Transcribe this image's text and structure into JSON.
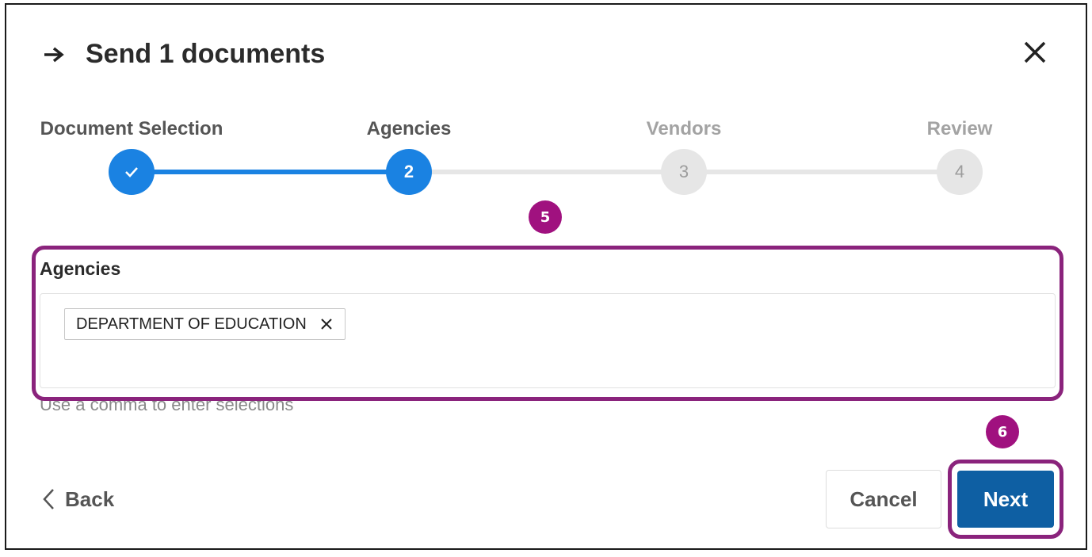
{
  "dialog": {
    "title": "Send 1 documents",
    "title_icon": "arrow-right-icon",
    "close_icon": "close-icon"
  },
  "stepper": {
    "steps": [
      {
        "label": "Document Selection",
        "marker": "",
        "state": "done",
        "icon": "check-icon"
      },
      {
        "label": "Agencies",
        "marker": "2",
        "state": "current"
      },
      {
        "label": "Vendors",
        "marker": "3",
        "state": "todo"
      },
      {
        "label": "Review",
        "marker": "4",
        "state": "todo"
      }
    ],
    "accent_color": "#1a82e2",
    "inactive_color": "#e6e6e6"
  },
  "annotations": {
    "marker_5": "5",
    "marker_6": "6",
    "color": "#a0117f"
  },
  "agencies": {
    "label": "Agencies",
    "chips": [
      {
        "text": "DEPARTMENT OF EDUCATION",
        "remove_icon": "close-icon"
      }
    ],
    "helper": "Use a comma to enter selections"
  },
  "footer": {
    "back_label": "Back",
    "back_icon": "chevron-left-icon",
    "cancel_label": "Cancel",
    "next_label": "Next",
    "next_color": "#0e5fa3"
  }
}
